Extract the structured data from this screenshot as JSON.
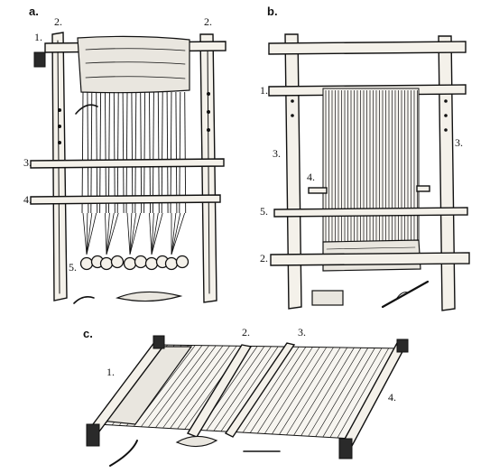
{
  "figure": {
    "panels": [
      {
        "id": "a",
        "label": "a.",
        "callouts": [
          "1.",
          "2.",
          "2.",
          "3.",
          "4.",
          "5."
        ]
      },
      {
        "id": "b",
        "label": "b.",
        "callouts": [
          "1.",
          "3.",
          "3.",
          "4.",
          "5.",
          "2."
        ]
      },
      {
        "id": "c",
        "label": "c.",
        "callouts": [
          "1.",
          "2.",
          "3.",
          "4."
        ]
      }
    ]
  }
}
